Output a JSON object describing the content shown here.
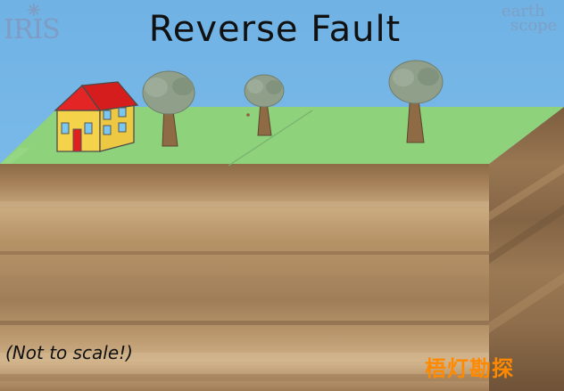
{
  "title": "Reverse Fault",
  "logos": {
    "left": "IRIS",
    "right_top": "earth",
    "right_bottom": "scope"
  },
  "note": "(Not to scale!)",
  "watermark": "梧灯勘探",
  "icons": {
    "house": "house-icon",
    "trees": [
      "tree-icon",
      "tree-icon",
      "tree-icon"
    ]
  },
  "colors": {
    "sky": "#74b6e7",
    "ground_top": "#8ed07a",
    "strata_base": "#b58c63",
    "house_wall": "#f3d24a",
    "house_roof": "#e22424",
    "house_door": "#d91f1f",
    "window": "#7bc8f2",
    "tree_trunk": "#8c6843",
    "tree_crown": "#8a9b86"
  }
}
